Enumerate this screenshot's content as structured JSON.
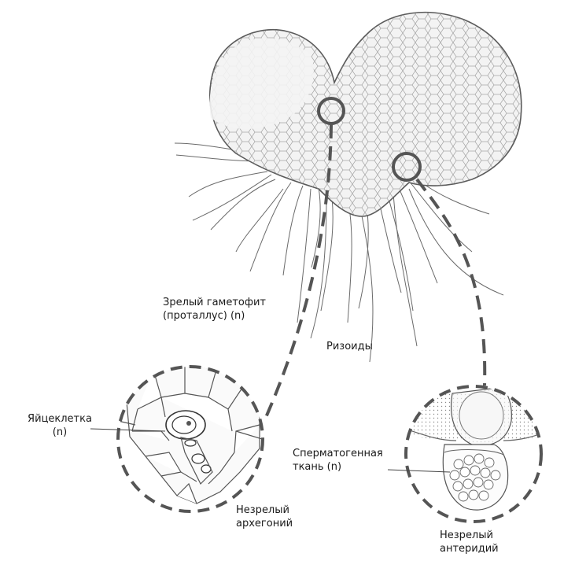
{
  "labels": {
    "gametophyte_line1": "Зрелый гаметофит",
    "gametophyte_line2": "(проталлус) (n)",
    "rhizoids": "Ризоиды",
    "egg_line1": "Яйцеклетка",
    "egg_line2": "(n)",
    "archegonium_line1": "Незрелый",
    "archegonium_line2": "архегоний",
    "spermatogenous_line1": "Сперматогенная",
    "spermatogenous_line2": "ткань (n)",
    "antheridium_line1": "Незрелый",
    "antheridium_line2": "антеридий"
  },
  "colors": {
    "ink": "#4a4a4a",
    "dash": "#555555",
    "thallus_fill": "#f2f2f2",
    "cell_stroke": "#7a7a7a"
  }
}
